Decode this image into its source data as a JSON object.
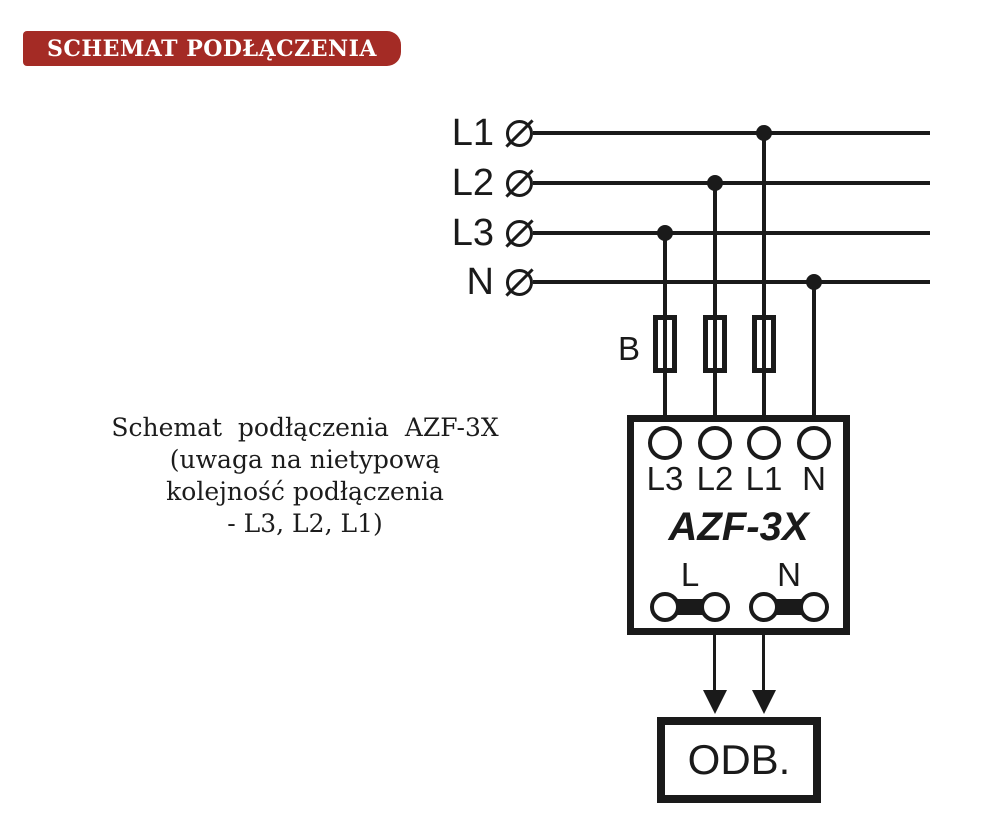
{
  "header": {
    "title": "SCHEMAT PODŁĄCZENIA"
  },
  "caption": {
    "lines": [
      "Schemat  podłączenia  AZF-3X",
      "(uwaga na nietypową",
      "kolejność podłączenia",
      "- L3, L2, L1)"
    ]
  },
  "diagram": {
    "phases": [
      {
        "label": "L1"
      },
      {
        "label": "L2"
      },
      {
        "label": "L3"
      },
      {
        "label": "N"
      }
    ],
    "phase_terminal_symbol": "circle-with-slash (Ø)",
    "fuse_label": "B",
    "fuse_count": 3,
    "device": {
      "model": "AZF-3X",
      "input_terminals": [
        "L3",
        "L2",
        "L1",
        "N"
      ],
      "output_terminals": [
        "L",
        "N"
      ]
    },
    "load_label": "ODB."
  },
  "colors": {
    "accent_red": "#a42b25",
    "ink": "#1a1a1a",
    "background": "#ffffff"
  }
}
